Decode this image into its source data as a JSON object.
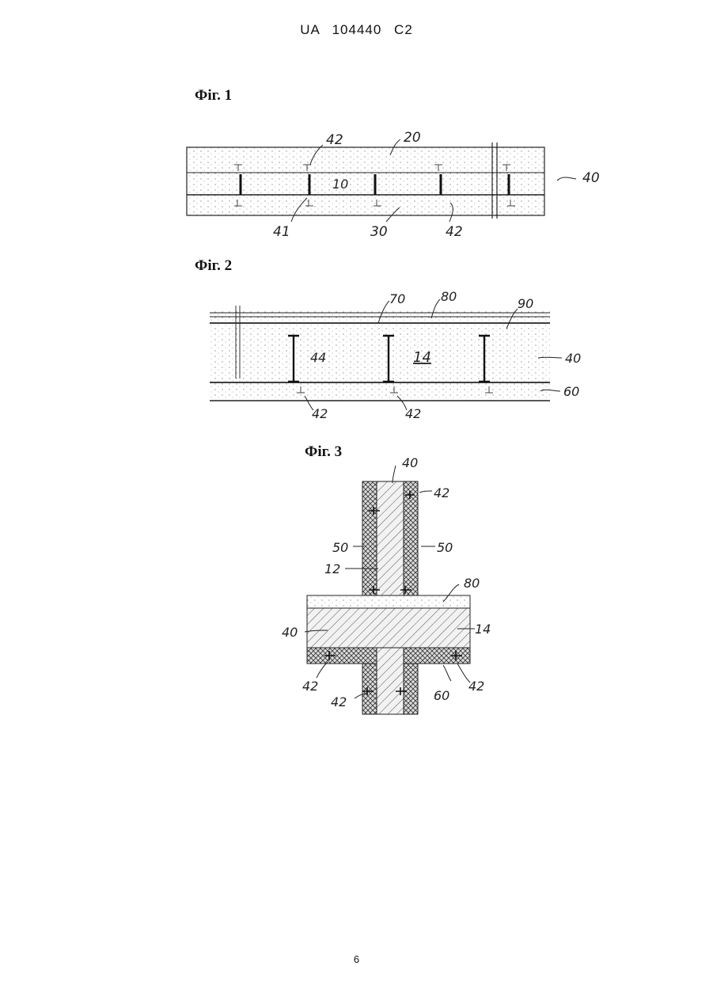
{
  "header": {
    "text": "UA   104440   C2"
  },
  "figures": [
    {
      "title": "Фіг. 1",
      "labels": {
        "a": "42",
        "b": "20",
        "c": "10",
        "d": "40",
        "e": "41",
        "f": "30",
        "g": "42"
      }
    },
    {
      "title": "Фіг. 2",
      "labels": {
        "a": "70",
        "b": "80",
        "c": "90",
        "d": "44",
        "e": "14",
        "f": "40",
        "g": "60",
        "h": "42",
        "i": "42"
      }
    },
    {
      "title": "Фіг. 3",
      "labels": {
        "a": "40",
        "b": "42",
        "c": "50",
        "d": "50",
        "e": "12",
        "f": "80",
        "g": "40",
        "h": "14",
        "i": "42",
        "j": "42",
        "k": "60",
        "l": "42"
      }
    }
  ],
  "page_number": "6"
}
